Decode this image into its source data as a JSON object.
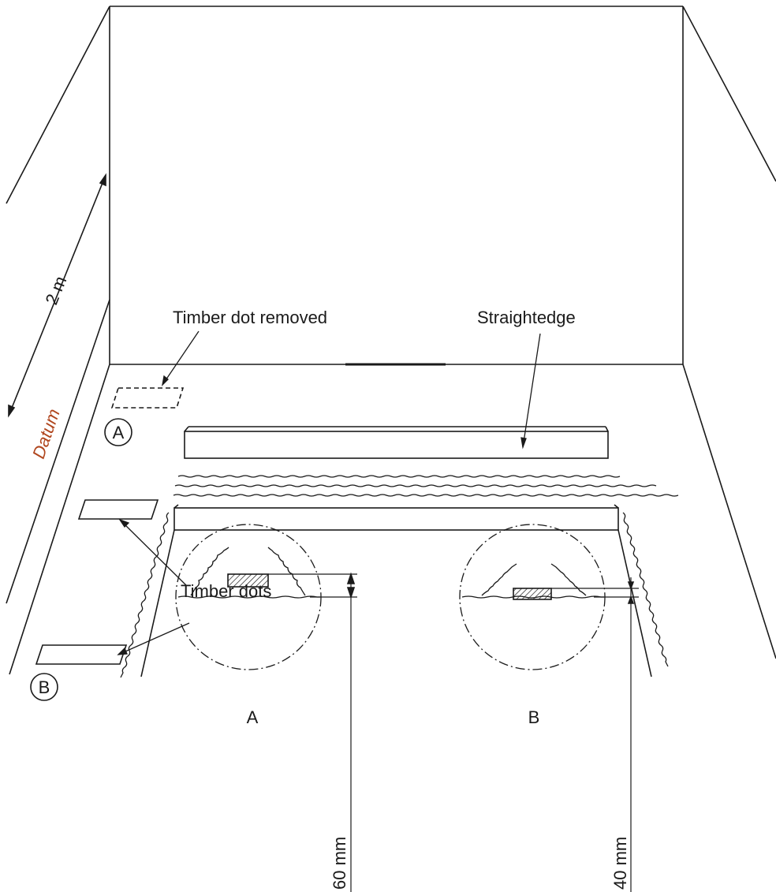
{
  "labels": {
    "timber_dot_removed": "Timber dot removed",
    "straightedge": "Straightedge",
    "timber_dots": "Timber dots",
    "distance": "2 m",
    "datum": "Datum",
    "marker_a": "A",
    "marker_b": "B",
    "detail_a_title": "A",
    "detail_b_title": "B",
    "detail_a_dim": "60 mm",
    "detail_b_dim": "40 mm"
  },
  "colors": {
    "line": "#1a1a1a",
    "datum_text": "#b0461e"
  }
}
